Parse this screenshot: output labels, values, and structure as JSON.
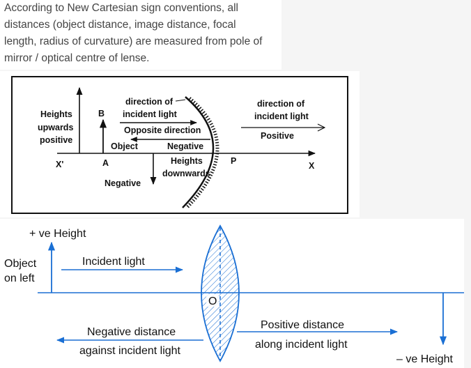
{
  "intro": {
    "lines": [
      "According to New Cartesian sign conventions, all",
      "distances (object distance, image distance, focal",
      "length, radius of curvature) are measured from pole of",
      "mirror / optical centre of lense."
    ]
  },
  "mirror_diagram": {
    "heights_upwards_positive": [
      "Heights",
      "upwards",
      "positive"
    ],
    "label_b": "B",
    "label_a": "A",
    "label_x_prime": "X'",
    "label_object": "Object",
    "label_negative_left": "Negative",
    "incident_direction": [
      "direction of",
      "incident light"
    ],
    "opposite_direction": "Opposite direction",
    "label_negative_center": "Negative",
    "heights_downwards": [
      "Heights",
      "downwards"
    ],
    "label_p": "P",
    "label_x": "X",
    "right_direction": [
      "direction of",
      "incident light"
    ],
    "label_positive": "Positive"
  },
  "lens_diagram": {
    "plus_height": "+ ve Height",
    "object_on_left": [
      "Object",
      "on left"
    ],
    "incident_light": "Incident light",
    "optical_centre": "O",
    "negative_distance": "Negative distance",
    "against_light": "against incident light",
    "positive_distance": "Positive distance",
    "along_light": "along incident light",
    "minus_height": "– ve Height"
  },
  "colors": {
    "text_gray": "#444444",
    "lens_blue": "#1a6fd4",
    "ink": "#111111"
  }
}
